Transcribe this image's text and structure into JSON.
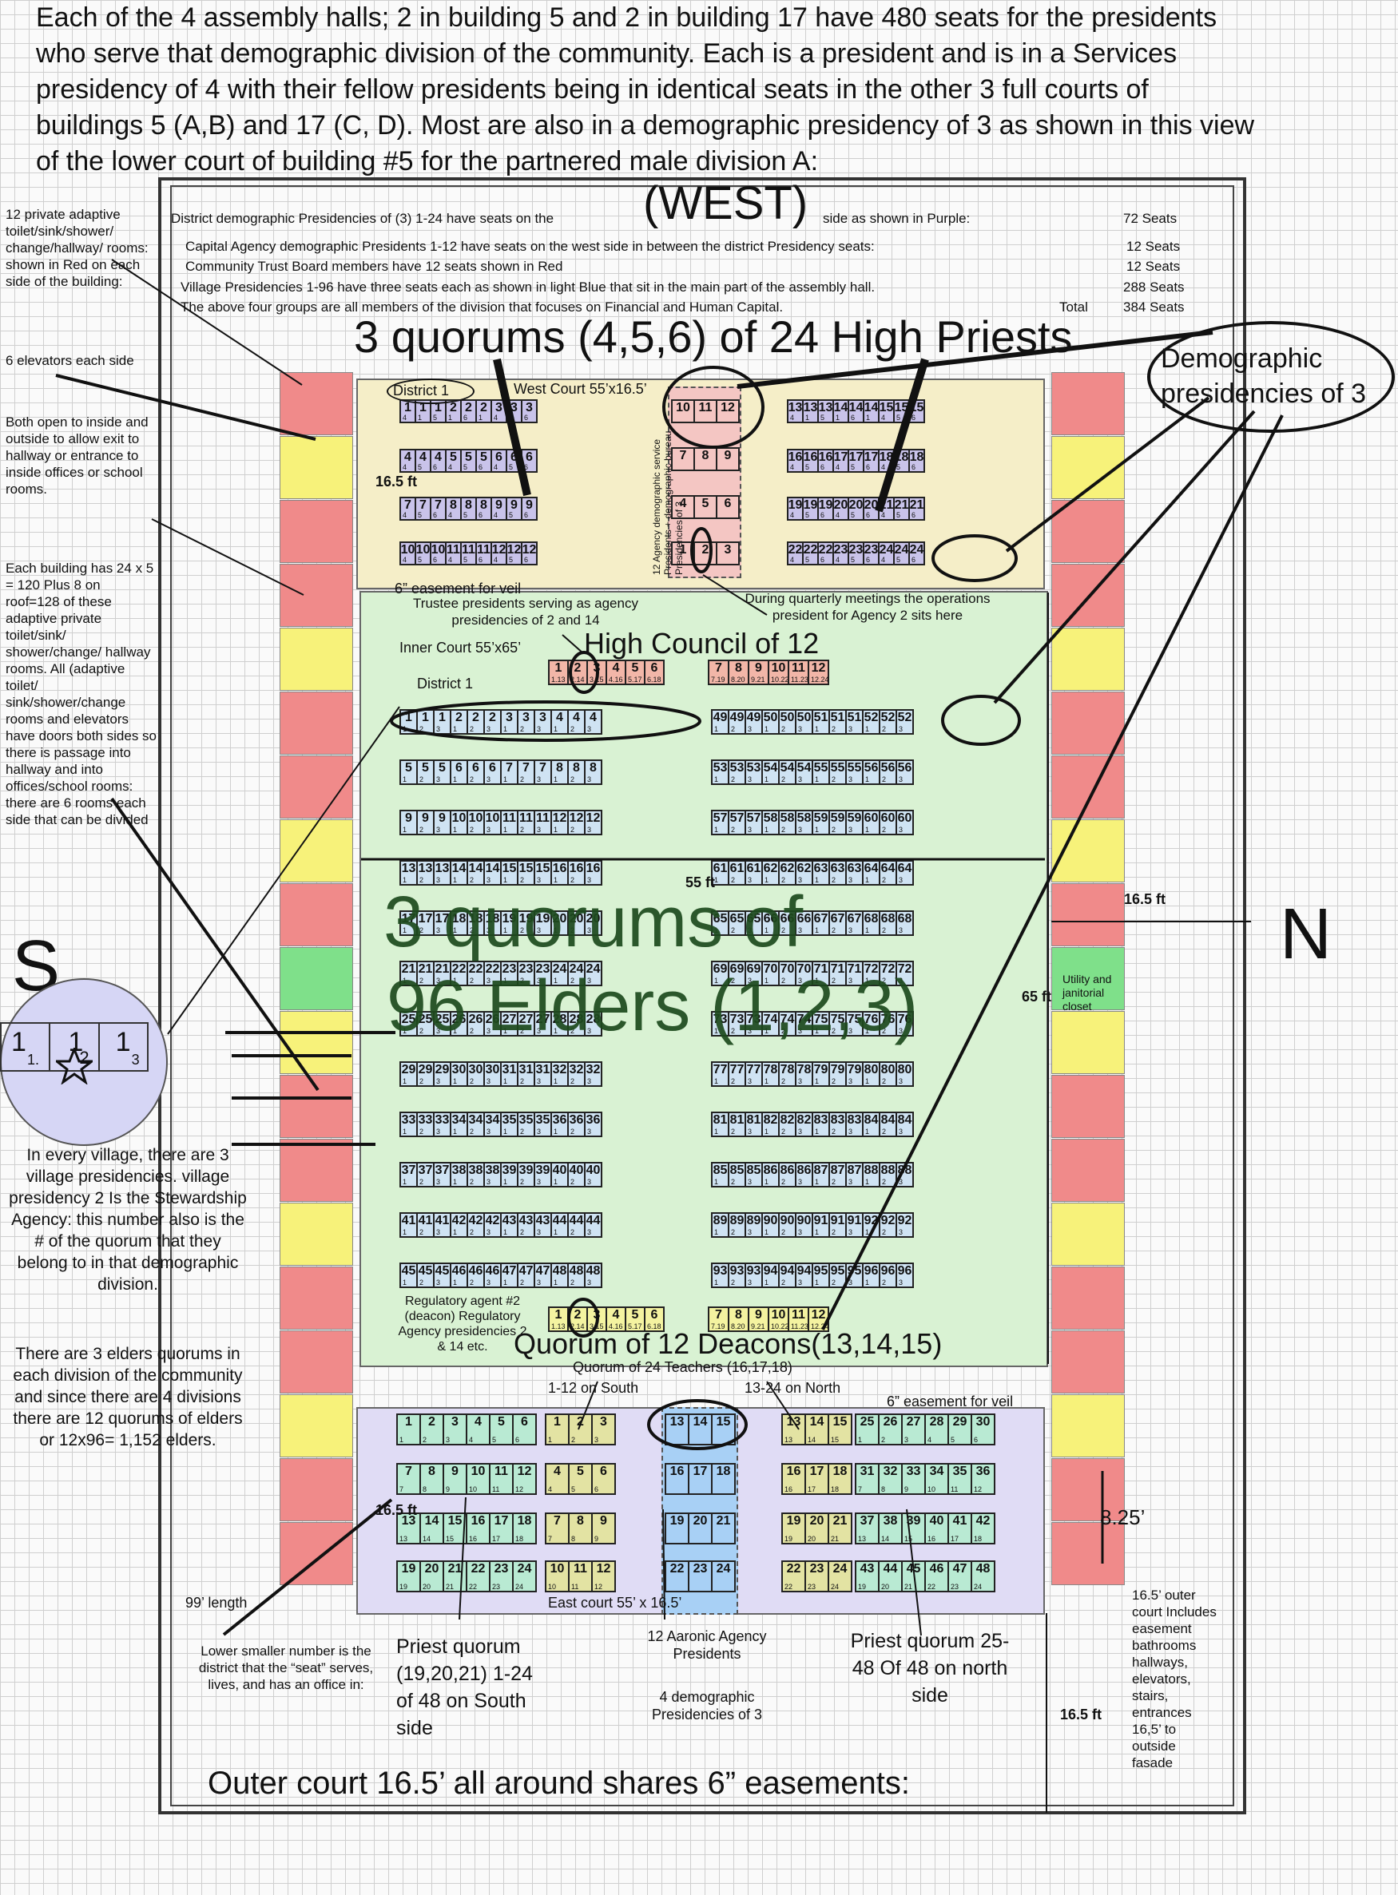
{
  "intro": [
    "Each of the 4 assembly halls; 2 in building 5 and 2 in building 17 have 480 seats for the  presidents",
    "who serve that demographic division of the community.  Each is a president and is in a Services",
    "presidency of 4 with their fellow presidents being in identical seats in the other 3 full courts of",
    "buildings 5 (A,B) and 17 (C, D). Most are also in a demographic presidency of 3 as shown in this view",
    "of the lower court of building #5 for the partnered male division A:"
  ],
  "compass": {
    "west": "(WEST)",
    "north": "N",
    "south": "S"
  },
  "summary": [
    {
      "text": "District demographic Presidencies of (3) 1-24 have seats on the",
      "after": "side  as shown in   Purple:",
      "seats": "72 Seats"
    },
    {
      "text": "Capital Agency demographic Presidents 1-12 have seats on the west side in between the district Presidency seats:",
      "seats": "12 Seats"
    },
    {
      "text": "Community Trust Board members have 12 seats shown in Red",
      "seats": "12 Seats"
    },
    {
      "text": "Village Presidencies 1-96 have three seats each as shown in light Blue that sit in the main part of the assembly hall.",
      "seats": "288 Seats"
    },
    {
      "text": "The above four groups are all members of the division that focuses on Financial  and Human Capital.",
      "total": "Total",
      "seats": "384 Seats"
    }
  ],
  "headings": {
    "hp": "3 quorums (4,5,6) of 24 High Priests",
    "demog": "Demographic presidencies of 3",
    "high_council": "High Council of 12",
    "elders_1": "3 quorums of",
    "elders_2": "96 Elders (1,2,3)",
    "deacons": "Quorum of 12 Deacons(13,14,15)",
    "teachers": "Quorum of 24 Teachers (16,17,18)",
    "outer": "Outer court 16.5’ all around shares 6” easements:"
  },
  "labels": {
    "district1_top": "District 1",
    "west_court": "West Court 55’x16.5’",
    "ft165_a": "16.5 ft",
    "easement_top": "6” easement for veil",
    "trustee": "Trustee presidents serving as agency presidencies of 2 and 14",
    "quarterly": "During quarterly meetings the operations president for  Agency 2 sits here",
    "inner_court": "Inner Court 55’x65’",
    "district1_inner": "District 1",
    "ft55": "55 ft",
    "ft165_right": "16.5 ft",
    "ft65": "65 ft",
    "utility": "Utility and janitorial closet",
    "regulatory": "Regulatory agent #2 (deacon) Regulatory  Agency presidencies 2 & 14 etc.",
    "south_side": "1-12 on South",
    "north_side": "13-24 on North",
    "easement_bottom": "6” easement for veil",
    "ft165_b": "16.5 ft",
    "east_court": "East court 55’ x 16.5’",
    "length99": "99’ length",
    "ft825": "8.25’",
    "ft165_c": "16.5 ft",
    "lower_smaller": "Lower smaller number is the district that the “seat” serves, lives, and has an office in:",
    "priest_south": "Priest quorum (19,20,21)  1-24 of 48  on South side",
    "aaronic": "12 Aaronic Agency Presidents",
    "four_demog": "4 demographic Presidencies of 3",
    "priest_north": "Priest quorum  25-48   Of 48  on north side",
    "outer_right": "16.5’ outer court Includes easement bathrooms hallways, elevators, stairs, entrances 16,5’ to outside fasade",
    "vertical_west": "12 Agency demographic service Presidents + demographic bureau Presidencies of 3",
    "village_note": "In every village, there are 3 village presidencies. village presidency 2 Is the Stewardship Agency: this number also is the # of the quorum that they belong to in that demographic division.",
    "elders_note": "There are 3 elders quorums in each division of the community and since there are 4 divisions there are 12 quorums of elders or 12x96= 1,152 elders.",
    "left_col": [
      "12 private adaptive toilet/sink/shower/ change/hallway/ rooms: shown in Red on each side of the building:",
      "6 elevators each side",
      "Both open to inside and outside to allow exit to hallway or entrance to inside offices or school rooms.",
      "Each building has 24 x 5 = 120 Plus 8 on roof=128 of these adaptive private toilet/sink/ shower/change/ hallway rooms. All (adaptive toilet/ sink/shower/change rooms and elevators have doors both sides so there is passage into hallway and into offices/school rooms:  there are 6 rooms each side that can be divided"
    ]
  },
  "zoom": {
    "digits": [
      "1",
      "1",
      "1"
    ],
    "subs": [
      "1.",
      "2",
      "3"
    ]
  },
  "hp_rows": [
    [
      "1",
      "1",
      "1",
      "2",
      "2",
      "2",
      "3",
      "3",
      "3"
    ],
    [
      "4",
      "4",
      "4",
      "5",
      "5",
      "5",
      "6",
      "6",
      "6"
    ],
    [
      "7",
      "7",
      "7",
      "8",
      "8",
      "8",
      "9",
      "9",
      "9"
    ],
    [
      "10",
      "10",
      "10",
      "11",
      "11",
      "11",
      "12",
      "12",
      "12"
    ]
  ],
  "hp_rows_right": [
    [
      "13",
      "13",
      "13",
      "14",
      "14",
      "14",
      "15",
      "15",
      "15"
    ],
    [
      "16",
      "16",
      "16",
      "17",
      "17",
      "17",
      "18",
      "18",
      "18"
    ],
    [
      "19",
      "19",
      "19",
      "20",
      "20",
      "20",
      "21",
      "21",
      "21"
    ],
    [
      "22",
      "22",
      "22",
      "23",
      "23",
      "23",
      "24",
      "24",
      "24"
    ]
  ],
  "hp_subs": [
    [
      "4",
      "1",
      "5",
      "1",
      "6",
      "1",
      "4",
      "5",
      "6"
    ],
    [
      "4",
      "5",
      "6",
      "4",
      "5",
      "6",
      "4",
      "5",
      "6"
    ],
    [
      "4",
      "5",
      "6",
      "4",
      "5",
      "6",
      "4",
      "5",
      "6"
    ],
    [
      "4",
      "5",
      "6",
      "4",
      "5",
      "6",
      "4",
      "5",
      "6"
    ]
  ],
  "agency_mid": [
    [
      "10",
      "11",
      "12"
    ],
    [
      "7",
      "8",
      "9"
    ],
    [
      "4",
      "5",
      "6"
    ],
    [
      "1",
      "2",
      "3"
    ]
  ],
  "high_council": [
    "1",
    "2",
    "3",
    "4",
    "5",
    "6",
    "7",
    "8",
    "9",
    "10",
    "11",
    "12"
  ],
  "hc_subs": [
    "1.13",
    "2.14",
    "3.15",
    "4.16",
    "5.17",
    "6.18",
    "7.19",
    "8.20",
    "9.21",
    "10.22",
    "11.23",
    "12.24"
  ],
  "deacons": [
    "1",
    "2",
    "3",
    "4",
    "5",
    "6",
    "7",
    "8",
    "9",
    "10",
    "11",
    "12"
  ],
  "deacon_subs": [
    "1.13",
    "2.14",
    "3.15",
    "4.16",
    "5.17",
    "6.18",
    "7.19",
    "8.20",
    "9.21",
    "10.22",
    "11.23",
    "12.24"
  ],
  "elder_rows_left": [
    [
      "1",
      "1",
      "1",
      "2",
      "2",
      "2",
      "3",
      "3",
      "3",
      "4",
      "4",
      "4"
    ],
    [
      "5",
      "5",
      "5",
      "6",
      "6",
      "6",
      "7",
      "7",
      "7",
      "8",
      "8",
      "8"
    ],
    [
      "9",
      "9",
      "9",
      "10",
      "10",
      "10",
      "11",
      "11",
      "11",
      "12",
      "12",
      "12"
    ],
    [
      "13",
      "13",
      "13",
      "14",
      "14",
      "14",
      "15",
      "15",
      "15",
      "16",
      "16",
      "16"
    ],
    [
      "17",
      "17",
      "17",
      "18",
      "18",
      "18",
      "19",
      "19",
      "19",
      "20",
      "20",
      "20"
    ],
    [
      "21",
      "21",
      "21",
      "22",
      "22",
      "22",
      "23",
      "23",
      "23",
      "24",
      "24",
      "24"
    ],
    [
      "25",
      "25",
      "25",
      "26",
      "26",
      "26",
      "27",
      "27",
      "27",
      "28",
      "28",
      "28"
    ],
    [
      "29",
      "29",
      "29",
      "30",
      "30",
      "30",
      "31",
      "31",
      "31",
      "32",
      "32",
      "32"
    ],
    [
      "33",
      "33",
      "33",
      "34",
      "34",
      "34",
      "35",
      "35",
      "35",
      "36",
      "36",
      "36"
    ],
    [
      "37",
      "37",
      "37",
      "38",
      "38",
      "38",
      "39",
      "39",
      "39",
      "40",
      "40",
      "40"
    ],
    [
      "41",
      "41",
      "41",
      "42",
      "42",
      "42",
      "43",
      "43",
      "43",
      "44",
      "44",
      "44"
    ],
    [
      "45",
      "45",
      "45",
      "46",
      "46",
      "46",
      "47",
      "47",
      "47",
      "48",
      "48",
      "48"
    ]
  ],
  "elder_rows_right": [
    [
      "49",
      "49",
      "49",
      "50",
      "50",
      "50",
      "51",
      "51",
      "51",
      "52",
      "52",
      "52"
    ],
    [
      "53",
      "53",
      "53",
      "54",
      "54",
      "54",
      "55",
      "55",
      "55",
      "56",
      "56",
      "56"
    ],
    [
      "57",
      "57",
      "57",
      "58",
      "58",
      "58",
      "59",
      "59",
      "59",
      "60",
      "60",
      "60"
    ],
    [
      "61",
      "61",
      "61",
      "62",
      "62",
      "62",
      "63",
      "63",
      "63",
      "64",
      "64",
      "64"
    ],
    [
      "65",
      "65",
      "65",
      "66",
      "66",
      "66",
      "67",
      "67",
      "67",
      "68",
      "68",
      "68"
    ],
    [
      "69",
      "69",
      "69",
      "70",
      "70",
      "70",
      "71",
      "71",
      "71",
      "72",
      "72",
      "72"
    ],
    [
      "73",
      "73",
      "73",
      "74",
      "74",
      "74",
      "75",
      "75",
      "75",
      "76",
      "76",
      "76"
    ],
    [
      "77",
      "77",
      "77",
      "78",
      "78",
      "78",
      "79",
      "79",
      "79",
      "80",
      "80",
      "80"
    ],
    [
      "81",
      "81",
      "81",
      "82",
      "82",
      "82",
      "83",
      "83",
      "83",
      "84",
      "84",
      "84"
    ],
    [
      "85",
      "85",
      "85",
      "86",
      "86",
      "86",
      "87",
      "87",
      "87",
      "88",
      "88",
      "88"
    ],
    [
      "89",
      "89",
      "89",
      "90",
      "90",
      "90",
      "91",
      "91",
      "91",
      "92",
      "92",
      "92"
    ],
    [
      "93",
      "93",
      "93",
      "94",
      "94",
      "94",
      "95",
      "95",
      "95",
      "96",
      "96",
      "96"
    ]
  ],
  "elder_subs": [
    "1",
    "2",
    "3",
    "1",
    "2",
    "3",
    "1",
    "2",
    "3",
    "1",
    "2",
    "3"
  ],
  "priest_south": [
    [
      "1",
      "2",
      "3",
      "4",
      "5",
      "6"
    ],
    [
      "7",
      "8",
      "9",
      "10",
      "11",
      "12"
    ],
    [
      "13",
      "14",
      "15",
      "16",
      "17",
      "18"
    ],
    [
      "19",
      "20",
      "21",
      "22",
      "23",
      "24"
    ]
  ],
  "teachers_south": [
    [
      "1",
      "2",
      "3"
    ],
    [
      "4",
      "5",
      "6"
    ],
    [
      "7",
      "8",
      "9"
    ],
    [
      "10",
      "11",
      "12"
    ]
  ],
  "east_mid": [
    [
      "13",
      "14",
      "15"
    ],
    [
      "16",
      "17",
      "18"
    ],
    [
      "19",
      "20",
      "21"
    ],
    [
      "22",
      "23",
      "24"
    ]
  ],
  "teachers_north": [
    [
      "13",
      "14",
      "15"
    ],
    [
      "16",
      "17",
      "18"
    ],
    [
      "19",
      "20",
      "21"
    ],
    [
      "22",
      "23",
      "24"
    ]
  ],
  "priest_north": [
    [
      "25",
      "26",
      "27",
      "28",
      "29",
      "30"
    ],
    [
      "31",
      "32",
      "33",
      "34",
      "35",
      "36"
    ],
    [
      "37",
      "38",
      "39",
      "40",
      "41",
      "42"
    ],
    [
      "43",
      "44",
      "45",
      "46",
      "47",
      "48"
    ]
  ],
  "colors": {
    "purple": "#c9c3ea",
    "blue": "#cfe3f3",
    "red": "#f08a8a",
    "yellow": "#f7f27a",
    "green_inner": "#d9f2d3",
    "west_bg": "#f5eec8",
    "east_bg": "#e0dcf5",
    "teal": "#b9ead3",
    "olive": "#e3e3a3",
    "hc": "#f2b6a8",
    "deacon": "#f4f3a0",
    "mid_blue": "#a8d0f5"
  },
  "wall_pattern": [
    "red",
    "yellow",
    "red",
    "red",
    "yellow",
    "red",
    "red",
    "yellow",
    "red",
    "green",
    "yellow",
    "red",
    "red",
    "yellow",
    "red",
    "red",
    "yellow",
    "red",
    "red"
  ]
}
